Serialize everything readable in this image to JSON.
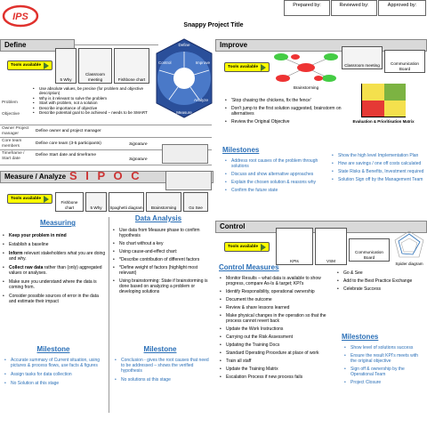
{
  "header": {
    "logo": "IPS",
    "prepared_by": "Prepared by:",
    "reviewed_by": "Reviewed by:",
    "approved_by": "Approved by:",
    "title": "Snappy Project Title"
  },
  "define": {
    "title": "Define",
    "tools_label": "Tools available",
    "tools": [
      "5 Why",
      "Classroom meeting",
      "Fishbone chart"
    ],
    "wheel_labels": [
      "Control",
      "Define",
      "Improve",
      "Analyze",
      "Measure"
    ],
    "rows": [
      {
        "label": "Problem",
        "bullets": [
          "Use absolute values, be precise (for problem and objective description)",
          "Why is it relevant to solve the problem",
          "Start with problem, not a solution",
          "Describe importance of objective",
          "Describe potential goal to be achieved – needs to be SMART"
        ]
      },
      {
        "label": "Objective",
        "bullets": []
      },
      {
        "label": "Owner Project manager",
        "text": "Define owner and project manager"
      },
      {
        "label": "Core team members",
        "text": "Define core team (3-5 participants)",
        "sig": "Signature"
      },
      {
        "label": "Timeframe / Start date",
        "text": "Define Start date and timeframe",
        "sig": "Signature"
      }
    ]
  },
  "improve": {
    "title": "Improve",
    "tools_label": "Tools available",
    "tools": [
      "Brainstorming",
      "Classroom meeting",
      "Communication Board"
    ],
    "matrix_caption": "Evaluation & Prioritisation Matrix",
    "bullets": [
      "'Stop chasing the chickens, fix the fence'",
      "Don't jump to the first solution suggested, brainstorm on alternatives",
      "Review the Original Objective"
    ],
    "milestones_title": "Milestones",
    "milestones_left": [
      "Address root causes of the problem through solutions",
      "Discuss and show alternative approaches",
      "Explain the chosen solution & reasons why",
      "Confirm the future state"
    ],
    "milestones_right": [
      "Show the high level Implementation Plan",
      "How are savings / one off costs calculated",
      "State Risks & Benefits, Investment required",
      "Solution Sign off by the Management Team"
    ]
  },
  "analyze": {
    "title": "Measure / Analyze",
    "tools_label": "Tools available",
    "tools": [
      "Fishbone chart",
      "5 Why",
      "Spaghetti diagram",
      "Brainstorming",
      "Go See"
    ],
    "measuring_title": "Measuring",
    "measuring": [
      {
        "b": "Keep your problem in mind",
        "t": ""
      },
      {
        "b": "",
        "t": "Establish a baseline"
      },
      {
        "b": "Inform",
        "t": " relevant stakeholders what you are doing and why."
      },
      {
        "b": "Collect raw data",
        "t": " rather than (only) aggregated values or analyses."
      },
      {
        "b": "",
        "t": "Make sure you understand where the data is coming from.",
        "ub": "understand"
      },
      {
        "b": "",
        "t": "Consider possible sources of error in the data and estimate their impact"
      }
    ],
    "data_title": "Data Analysis",
    "data": [
      "Use data from Measure phase to confirm hypothesis",
      "No chart without a key",
      "Using cause-and-effect chart:",
      "*Describe contribution of different factors",
      "*Define weight of factors (highlight most relevant)",
      "Using brainstorming: State if brainstorming is done based on analyzing a problem or developing solutions"
    ],
    "ms_left_title": "Milestone",
    "ms_left": [
      "Accurate summary of Current situation, using pictures & process flows, use facts & figures",
      "Assign tasks for data collection",
      "No Solution at this stage"
    ],
    "ms_right_title": "Milestone",
    "ms_right": [
      "Conclusion - gives the root causes that need to be addressed – shows the verified hypothesis",
      "No solutions at this stage"
    ]
  },
  "control": {
    "title": "Control",
    "tools_label": "Tools available",
    "tools": [
      "KPIs",
      "VSM",
      "Communication Board",
      "Spider diagram"
    ],
    "measures_title": "Control Measures",
    "measures": [
      "Monitor Results – what data is available to show progress, compare As-Is & target; KPI's",
      "Identify Responsibility, operational ownership",
      "Document the outcome",
      "Review & share lessons learned",
      "Make physical changes in the operation so that the process cannot revert back",
      "Update the Work Instructions",
      "Carrying out the Risk Assessment",
      "Updating the Training Docs",
      "Standard Operating Procedure at place of work",
      "Train all staff",
      "Update the Training Matrix",
      "Escalation Process if new process fails"
    ],
    "right": [
      "Go & See",
      "Add to the Best Practice Exchange",
      "Celebrate Success"
    ],
    "milestones_title": "Milestones",
    "milestones": [
      "Show level of solutions success",
      "Ensure the result KPI's meets with the original objective",
      "Sign off & ownership by the Operational Team",
      "Project Closure"
    ]
  },
  "colors": {
    "accent": "#2a6fb7",
    "tools": "#ffff00",
    "logo": "#e0312d"
  }
}
